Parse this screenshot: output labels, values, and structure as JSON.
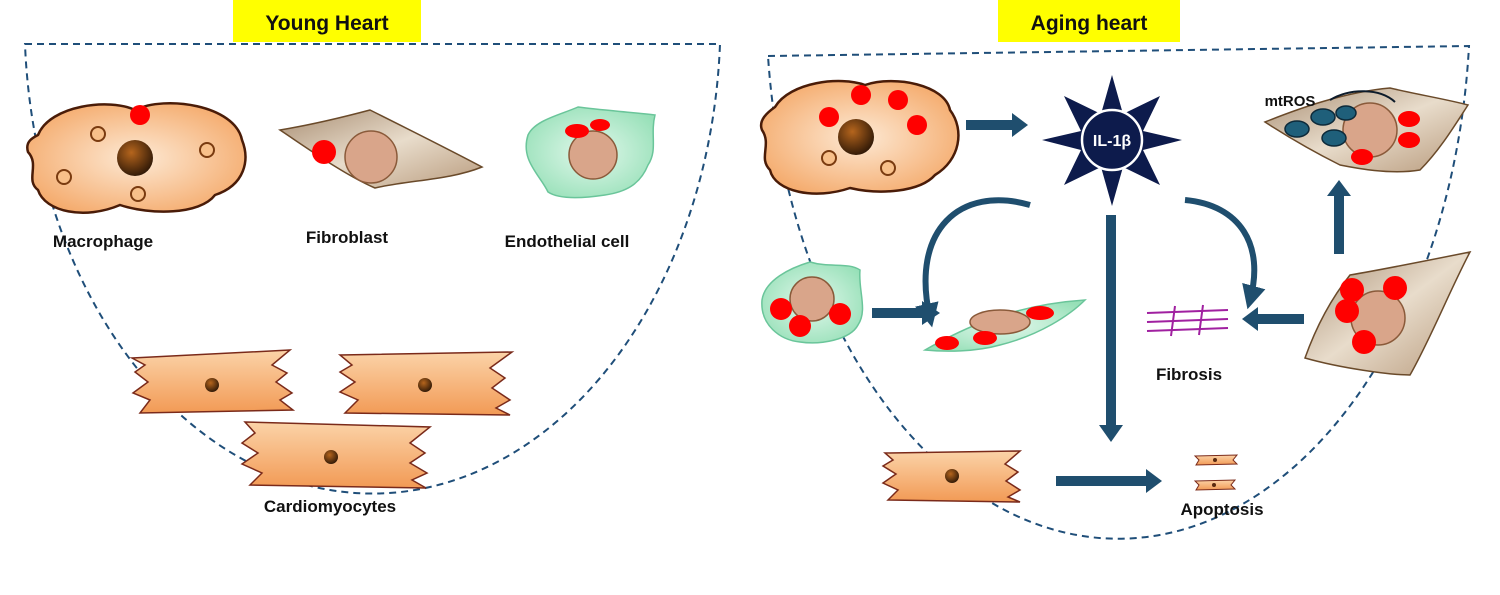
{
  "panels": {
    "young": {
      "title": "Young Heart",
      "labels": {
        "macrophage": "Macrophage",
        "fibroblast": "Fibroblast",
        "endothelial": "Endothelial cell",
        "cardiomyocytes": "Cardiomyocytes"
      }
    },
    "aging": {
      "title": "Aging heart",
      "labels": {
        "cytokine": "IL-1β",
        "mtros": "mtROS",
        "fibrosis": "Fibrosis",
        "apoptosis": "Apoptosis"
      }
    }
  },
  "colors": {
    "title_bg": "#ffff00",
    "outline": "#1f4e79",
    "arrow": "#1f4e6e",
    "star": "#0d1b4c",
    "red_spot": "#ff0000",
    "macrophage_fill": "#f8c08a",
    "fibroblast_fill": "#d8c4aa",
    "endothelial_fill": "#bfeed6",
    "cardio_fill": "#f9c28f",
    "fibrosis_lines": "#a020a0"
  }
}
